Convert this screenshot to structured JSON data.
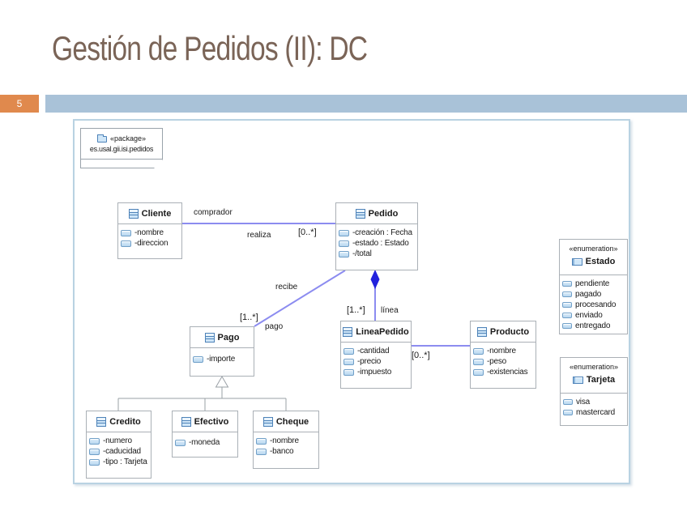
{
  "slide": {
    "title": "Gestión de Pedidos (II): DC",
    "page_number": "5"
  },
  "colors": {
    "title_text": "#7a6457",
    "page_number_bg": "#e0894d",
    "header_bar": "#a9c2d8",
    "frame_border": "#b9d2e2",
    "association_line": "#8c8cf0",
    "composition_diamond": "#2222dd",
    "generalization_line": "#9aa0a6"
  },
  "package": {
    "stereotype": "«package»",
    "name": "es.usal.gii.isi.pedidos"
  },
  "classes": [
    {
      "name": "Cliente",
      "attributes": [
        "-nombre",
        "-direccion"
      ]
    },
    {
      "name": "Pedido",
      "attributes": [
        "-creación : Fecha",
        "-estado : Estado",
        "-/total"
      ]
    },
    {
      "name": "Pago",
      "attributes": [
        "-importe"
      ]
    },
    {
      "name": "LineaPedido",
      "attributes": [
        "-cantidad",
        "-precio",
        "-impuesto"
      ]
    },
    {
      "name": "Producto",
      "attributes": [
        "-nombre",
        "-peso",
        "-existencias"
      ]
    },
    {
      "name": "Credito",
      "attributes": [
        "-numero",
        "-caducidad",
        "-tipo : Tarjeta"
      ]
    },
    {
      "name": "Efectivo",
      "attributes": [
        "-moneda"
      ]
    },
    {
      "name": "Cheque",
      "attributes": [
        "-nombre",
        "-banco"
      ]
    }
  ],
  "enumerations": [
    {
      "stereotype": "«enumeration»",
      "name": "Estado",
      "literals": [
        "pendiente",
        "pagado",
        "procesando",
        "enviado",
        "entregado"
      ]
    },
    {
      "stereotype": "«enumeration»",
      "name": "Tarjeta",
      "literals": [
        "visa",
        "mastercard"
      ]
    }
  ],
  "relations": {
    "comprador_role": "comprador",
    "realiza_name": "realiza",
    "realiza_multiplicity": "[0..*]",
    "recibe_name": "recibe",
    "pago_multiplicity": "[1..*]",
    "pago_role": "pago",
    "linea_multiplicity": "[1..*]",
    "linea_role": "línea",
    "producto_multiplicity": "[0..*]"
  }
}
